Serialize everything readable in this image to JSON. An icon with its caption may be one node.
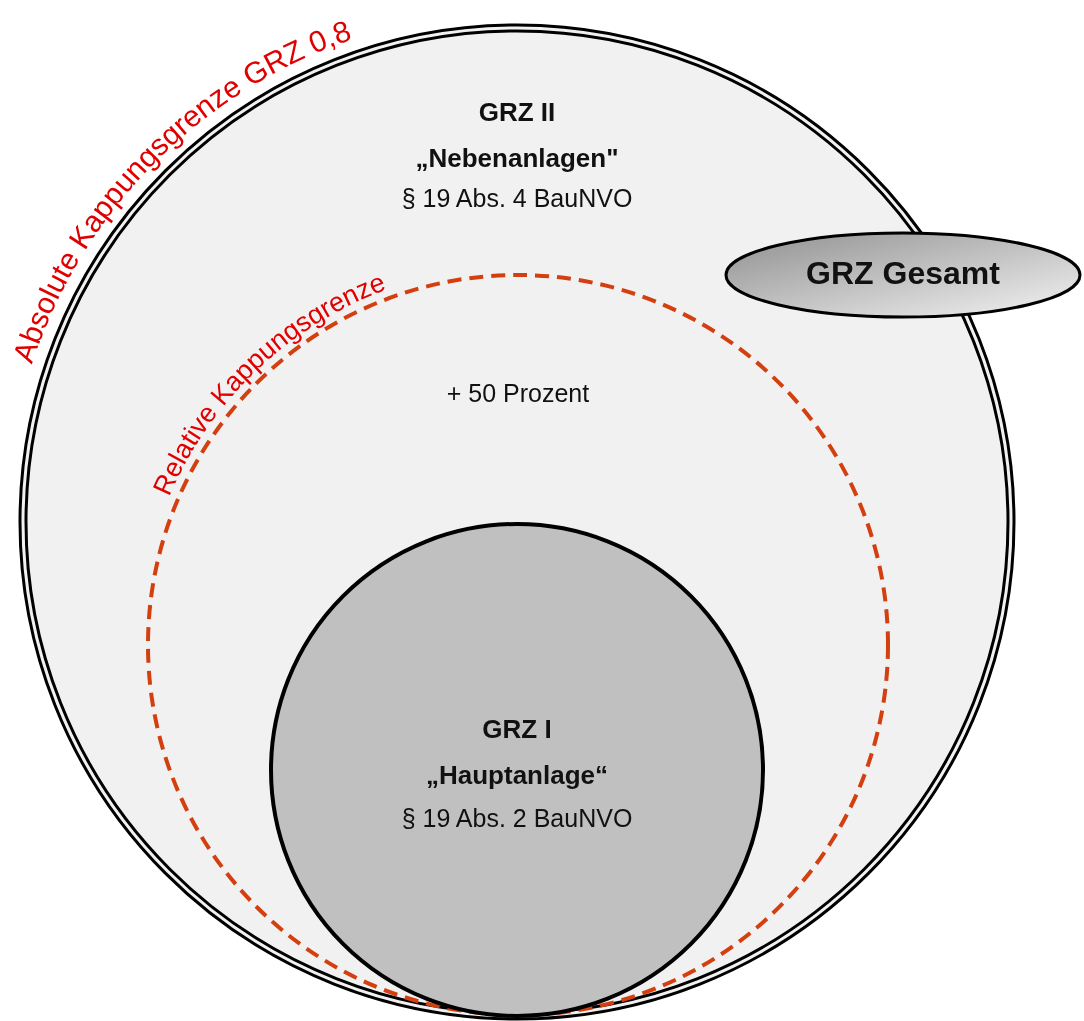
{
  "diagram": {
    "nodes": [
      {
        "text": [
          "Absolute Kappungsgrenze GRZ 0,8",
          "GRZ II „Nebenanlagen\"",
          "§ 19 Abs. 4 BauNVO"
        ]
      },
      {
        "text": [
          "Relative Kappungsgrenze",
          "+ 50 Prozent"
        ],
        "in": 0
      },
      {
        "text": [
          "GRZ I „Hauptanlage“",
          "§ 19 Abs. 2 BauNVO"
        ],
        "in": 1
      },
      {
        "text": [
          "GRZ Gesamt"
        ]
      }
    ]
  }
}
